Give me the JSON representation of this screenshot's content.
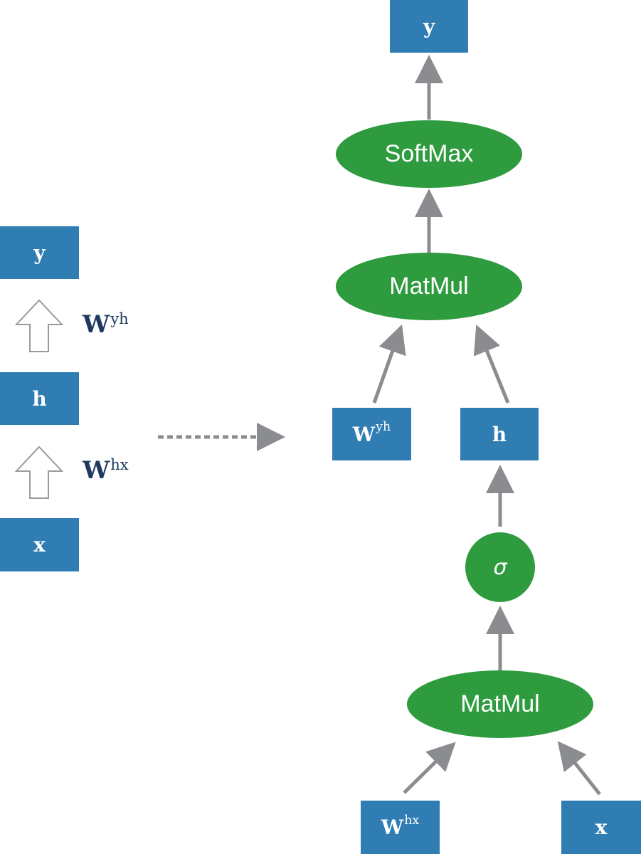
{
  "left_panel": {
    "y": "y",
    "h": "h",
    "x": "x",
    "w_yh": {
      "base": "W",
      "sup": "yh"
    },
    "w_hx": {
      "base": "W",
      "sup": "hx"
    }
  },
  "graph": {
    "y": "y",
    "softmax": "SoftMax",
    "matmul_top": "MatMul",
    "w_yh": {
      "base": "W",
      "sup": "yh"
    },
    "h": "h",
    "sigma": "σ",
    "matmul_bottom": "MatMul",
    "w_hx": {
      "base": "W",
      "sup": "hx"
    },
    "x": "x"
  },
  "colors": {
    "box": "#2f7db3",
    "oval": "#2e9b3f",
    "arrow": "#8a8c90",
    "label": "#1d3a5e"
  }
}
